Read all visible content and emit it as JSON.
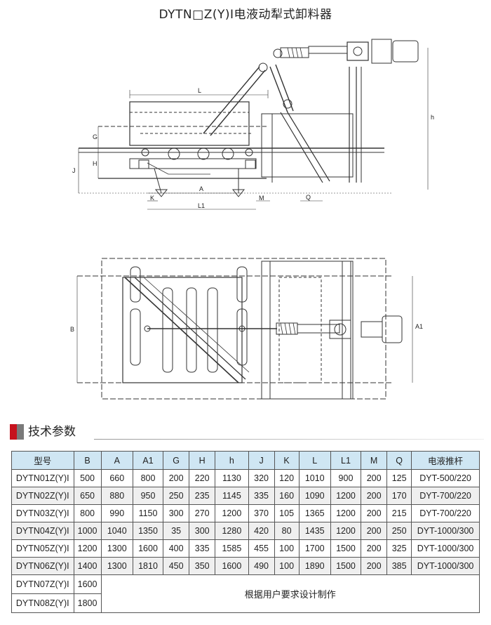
{
  "title": "DYTN□Z(Y)I电液动犁式卸料器",
  "drawing_labels": {
    "L": "L",
    "G": "G",
    "H": "H",
    "J": "J",
    "h": "h",
    "K": "K",
    "A": "A",
    "L1": "L1",
    "M": "M",
    "Q": "Q",
    "B": "B",
    "A1": "A1"
  },
  "section_title": "技术参数",
  "table": {
    "headers": [
      "型号",
      "B",
      "A",
      "A1",
      "G",
      "H",
      "h",
      "J",
      "K",
      "L",
      "L1",
      "M",
      "Q",
      "电液推杆"
    ],
    "rows": [
      [
        "DYTN01Z(Y)I",
        "500",
        "660",
        "800",
        "200",
        "220",
        "1130",
        "320",
        "120",
        "1010",
        "900",
        "200",
        "125",
        "DYT-500/220"
      ],
      [
        "DYTN02Z(Y)I",
        "650",
        "880",
        "950",
        "250",
        "235",
        "1145",
        "335",
        "160",
        "1090",
        "1200",
        "200",
        "170",
        "DYT-700/220"
      ],
      [
        "DYTN03Z(Y)I",
        "800",
        "990",
        "1150",
        "300",
        "270",
        "1200",
        "370",
        "105",
        "1365",
        "1200",
        "200",
        "215",
        "DYT-700/220"
      ],
      [
        "DYTN04Z(Y)I",
        "1000",
        "1040",
        "1350",
        "35",
        "300",
        "1280",
        "420",
        "80",
        "1435",
        "1200",
        "200",
        "250",
        "DYT-1000/300"
      ],
      [
        "DYTN05Z(Y)I",
        "1200",
        "1300",
        "1600",
        "400",
        "335",
        "1585",
        "455",
        "100",
        "1700",
        "1500",
        "200",
        "325",
        "DYT-1000/300"
      ],
      [
        "DYTN06Z(Y)I",
        "1400",
        "1300",
        "1810",
        "450",
        "350",
        "1600",
        "490",
        "100",
        "1890",
        "1500",
        "200",
        "385",
        "DYT-1000/300"
      ]
    ],
    "extra_rows": [
      {
        "model": "DYTN07Z(Y)I",
        "B": "1600"
      },
      {
        "model": "DYTN08Z(Y)I",
        "B": "1800"
      }
    ],
    "note": "根据用户要求设计制作"
  }
}
